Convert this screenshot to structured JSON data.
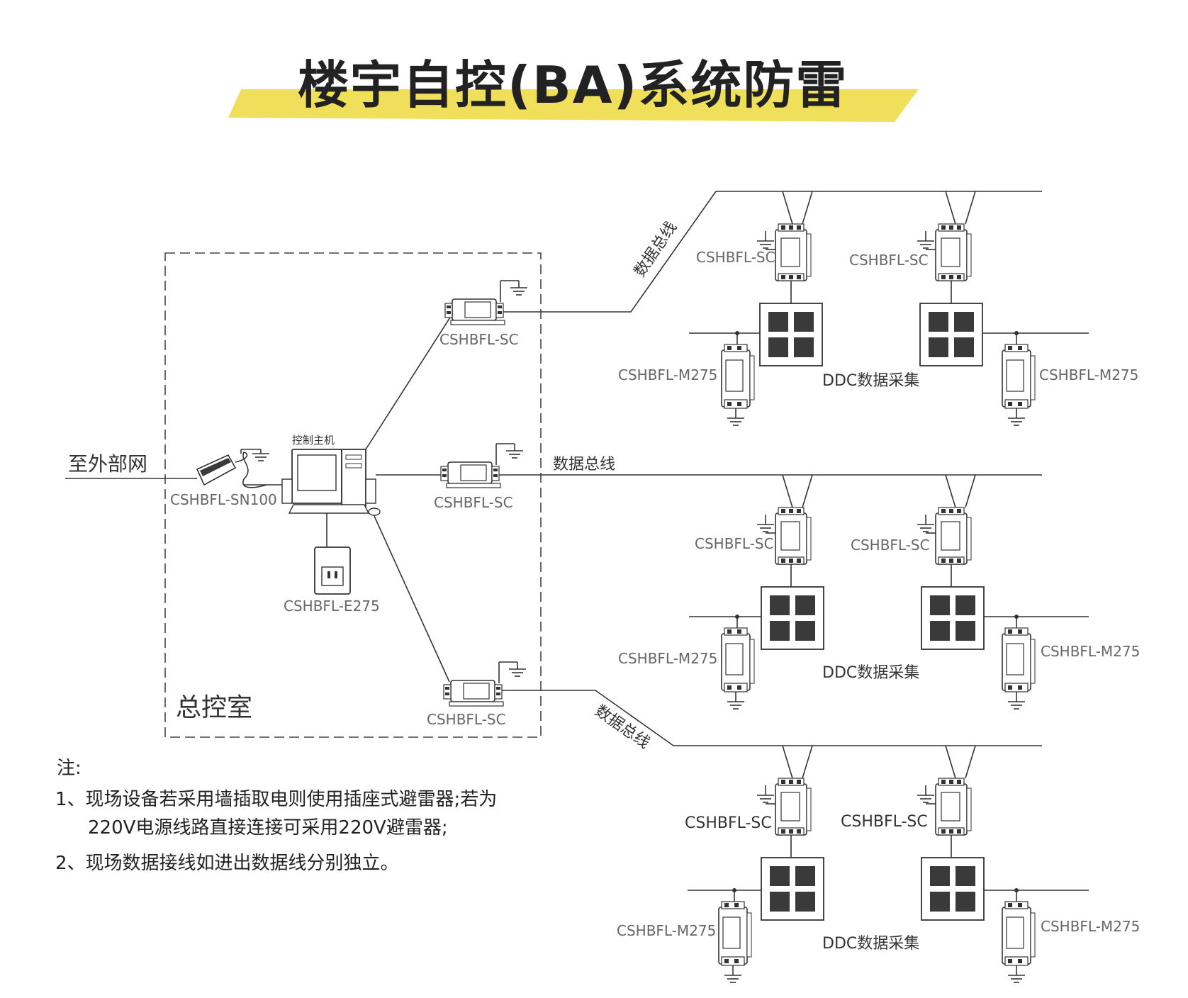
{
  "title": "楼宇自控(BA)系统防雷",
  "colors": {
    "banner": "#f0df5a",
    "text": "#222222",
    "label": "#666666",
    "ddc_square": "#3a3a3a"
  },
  "room_label": "总控室",
  "external_label": "至外部网",
  "host_label": "控制主机",
  "devices": {
    "sn100": "CSHBFL-SN100",
    "e275": "CSHBFL-E275",
    "sc_top": "CSHBFL-SC",
    "sc_mid": "CSHBFL-SC",
    "sc_bot": "CSHBFL-SC"
  },
  "bus_labels": [
    "数据总线",
    "数据总线",
    "数据总线"
  ],
  "groups": [
    {
      "sc_left": "CSHBFL-SC",
      "sc_right": "CSHBFL-SC",
      "m_left": "CSHBFL-M275",
      "m_right": "CSHBFL-M275",
      "ddc": "DDC数据采集"
    },
    {
      "sc_left": "CSHBFL-SC",
      "sc_right": "CSHBFL-SC",
      "m_left": "CSHBFL-M275",
      "m_right": "CSHBFL-M275",
      "ddc": "DDC数据采集"
    },
    {
      "sc_left": "CSHBFL-SC",
      "sc_right": "CSHBFL-SC",
      "m_left": "CSHBFL-M275",
      "m_right": "CSHBFL-M275",
      "ddc": "DDC数据采集"
    }
  ],
  "notes": {
    "heading": "注:",
    "line1": "1、现场设备若采用墙插取电则使用插座式避雷器;若为",
    "line1b": "220V电源线路直接连接可采用220V避雷器;",
    "line2": "2、现场数据接线如进出数据线分别独立。"
  }
}
